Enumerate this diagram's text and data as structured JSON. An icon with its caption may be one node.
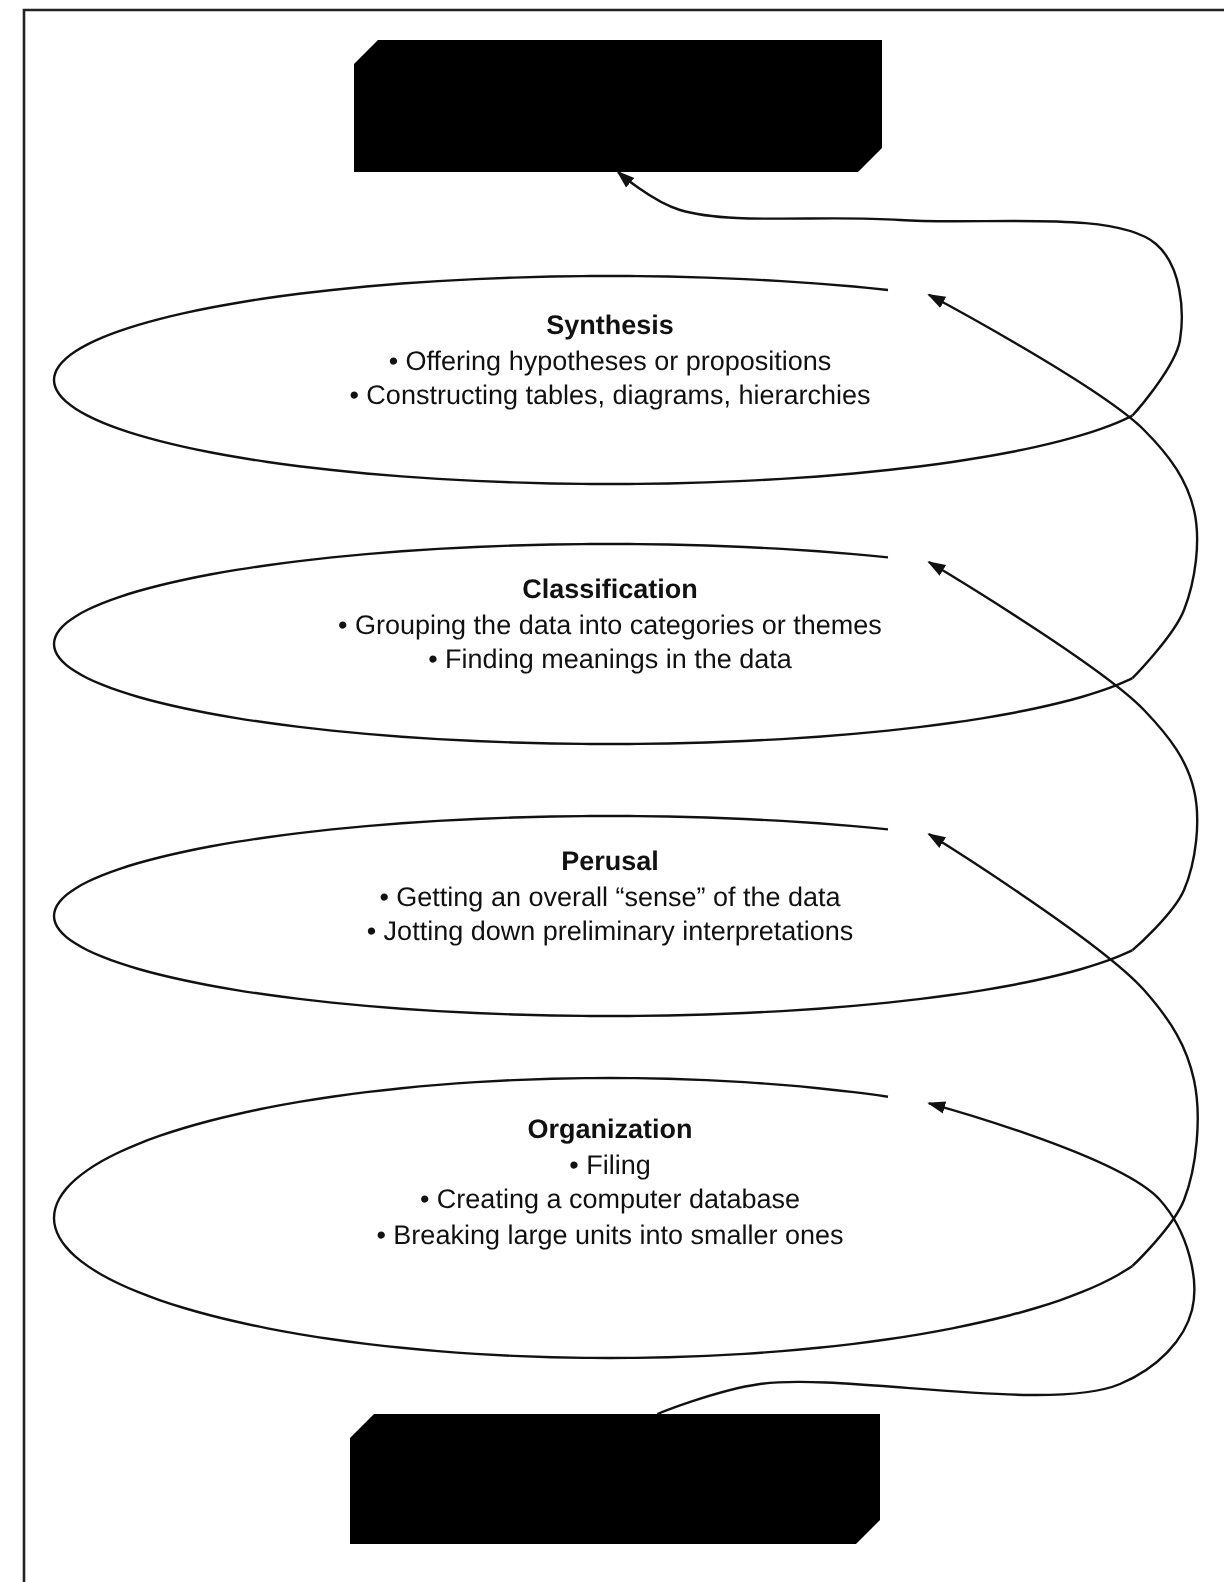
{
  "diagram": {
    "nodes": [
      {
        "text": [],
        "shape": "box"
      },
      {
        "text": [
          "Synthesis",
          "• Offering hypotheses or propositions",
          "• Constructing tables, diagrams, hierarchies"
        ]
      },
      {
        "text": [
          "Classification",
          "• Grouping the data into categories or themes",
          "• Finding meanings in the data"
        ]
      },
      {
        "text": [
          "Perusal",
          "• Getting an overall “sense” of the data",
          "• Jotting down preliminary interpretations"
        ]
      },
      {
        "text": [
          "Organization",
          "• Filing",
          "• Creating a computer database",
          "• Breaking large units into smaller ones"
        ]
      },
      {
        "text": [],
        "shape": "box"
      }
    ],
    "edges": [
      {
        "from": 5,
        "to": 4,
        "arrow": "to"
      },
      {
        "from": 4,
        "to": 3,
        "arrow": "to"
      },
      {
        "from": 3,
        "to": 2,
        "arrow": "to"
      },
      {
        "from": 2,
        "to": 1,
        "arrow": "to"
      },
      {
        "from": 1,
        "to": 0,
        "arrow": "to"
      }
    ]
  }
}
